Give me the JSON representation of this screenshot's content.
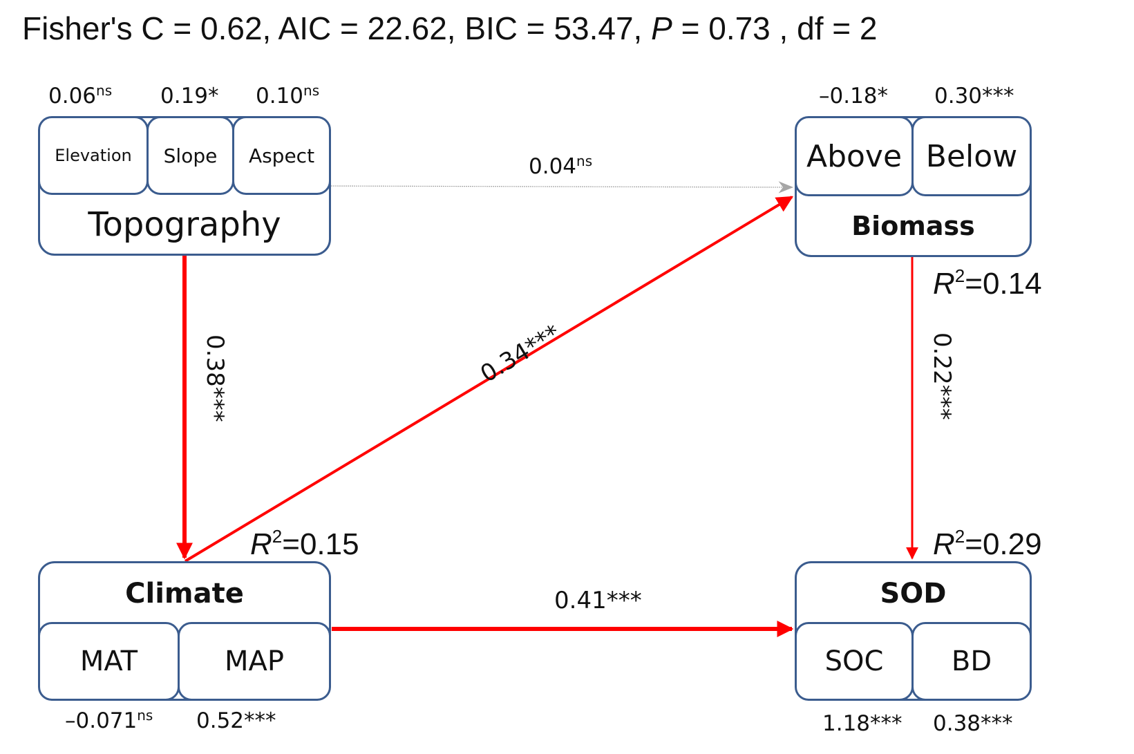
{
  "fit_stats": {
    "fisher_label": "Fisher's C = 0.62, AIC = 22.62, BIC = 53.47, ",
    "p_symbol": "P",
    "p_rest": " = 0.73 , df = 2"
  },
  "topography": {
    "title": "Topography",
    "items": [
      "Elevation",
      "Slope",
      "Aspect"
    ],
    "loadings": [
      {
        "value": "0.06",
        "sig": "ns"
      },
      {
        "value": "0.19*",
        "sig": ""
      },
      {
        "value": "0.10",
        "sig": "ns"
      }
    ]
  },
  "biomass": {
    "title": "Biomass",
    "items": [
      "Above",
      "Below"
    ],
    "loadings": [
      {
        "value": "–0.18*",
        "sig": ""
      },
      {
        "value": "0.30***",
        "sig": ""
      }
    ],
    "r2": {
      "symbol": "R",
      "sup": "2",
      "value": "=0.14"
    }
  },
  "climate": {
    "title": "Climate",
    "items": [
      "MAT",
      "MAP"
    ],
    "loadings": [
      {
        "value": "–0.071",
        "sig": "ns"
      },
      {
        "value": "0.52***",
        "sig": ""
      }
    ],
    "r2": {
      "symbol": "R",
      "sup": "2",
      "value": "=0.15"
    }
  },
  "sod": {
    "title": "SOD",
    "items": [
      "SOC",
      "BD"
    ],
    "loadings": [
      {
        "value": "1.18***",
        "sig": ""
      },
      {
        "value": "0.38***",
        "sig": ""
      }
    ],
    "r2": {
      "symbol": "R",
      "sup": "2",
      "value": "=0.29"
    }
  },
  "paths": [
    {
      "from": "Topography",
      "to": "Biomass",
      "value": "0.04",
      "sig": "ns",
      "significant": false,
      "color": "#a6a6a6"
    },
    {
      "from": "Topography",
      "to": "Climate",
      "value": "0.38***",
      "sig": "",
      "significant": true,
      "color": "#ff0000"
    },
    {
      "from": "Climate",
      "to": "Biomass",
      "value": "0.34***",
      "sig": "",
      "significant": true,
      "color": "#ff0000"
    },
    {
      "from": "Climate",
      "to": "SOD",
      "value": "0.41***",
      "sig": "",
      "significant": true,
      "color": "#ff0000"
    },
    {
      "from": "Biomass",
      "to": "SOD",
      "value": "0.22***",
      "sig": "",
      "significant": true,
      "color": "#ff0000"
    }
  ],
  "colors": {
    "box_border": "#3b5c8e",
    "significant_path": "#ff0000",
    "ns_path": "#a6a6a6"
  }
}
